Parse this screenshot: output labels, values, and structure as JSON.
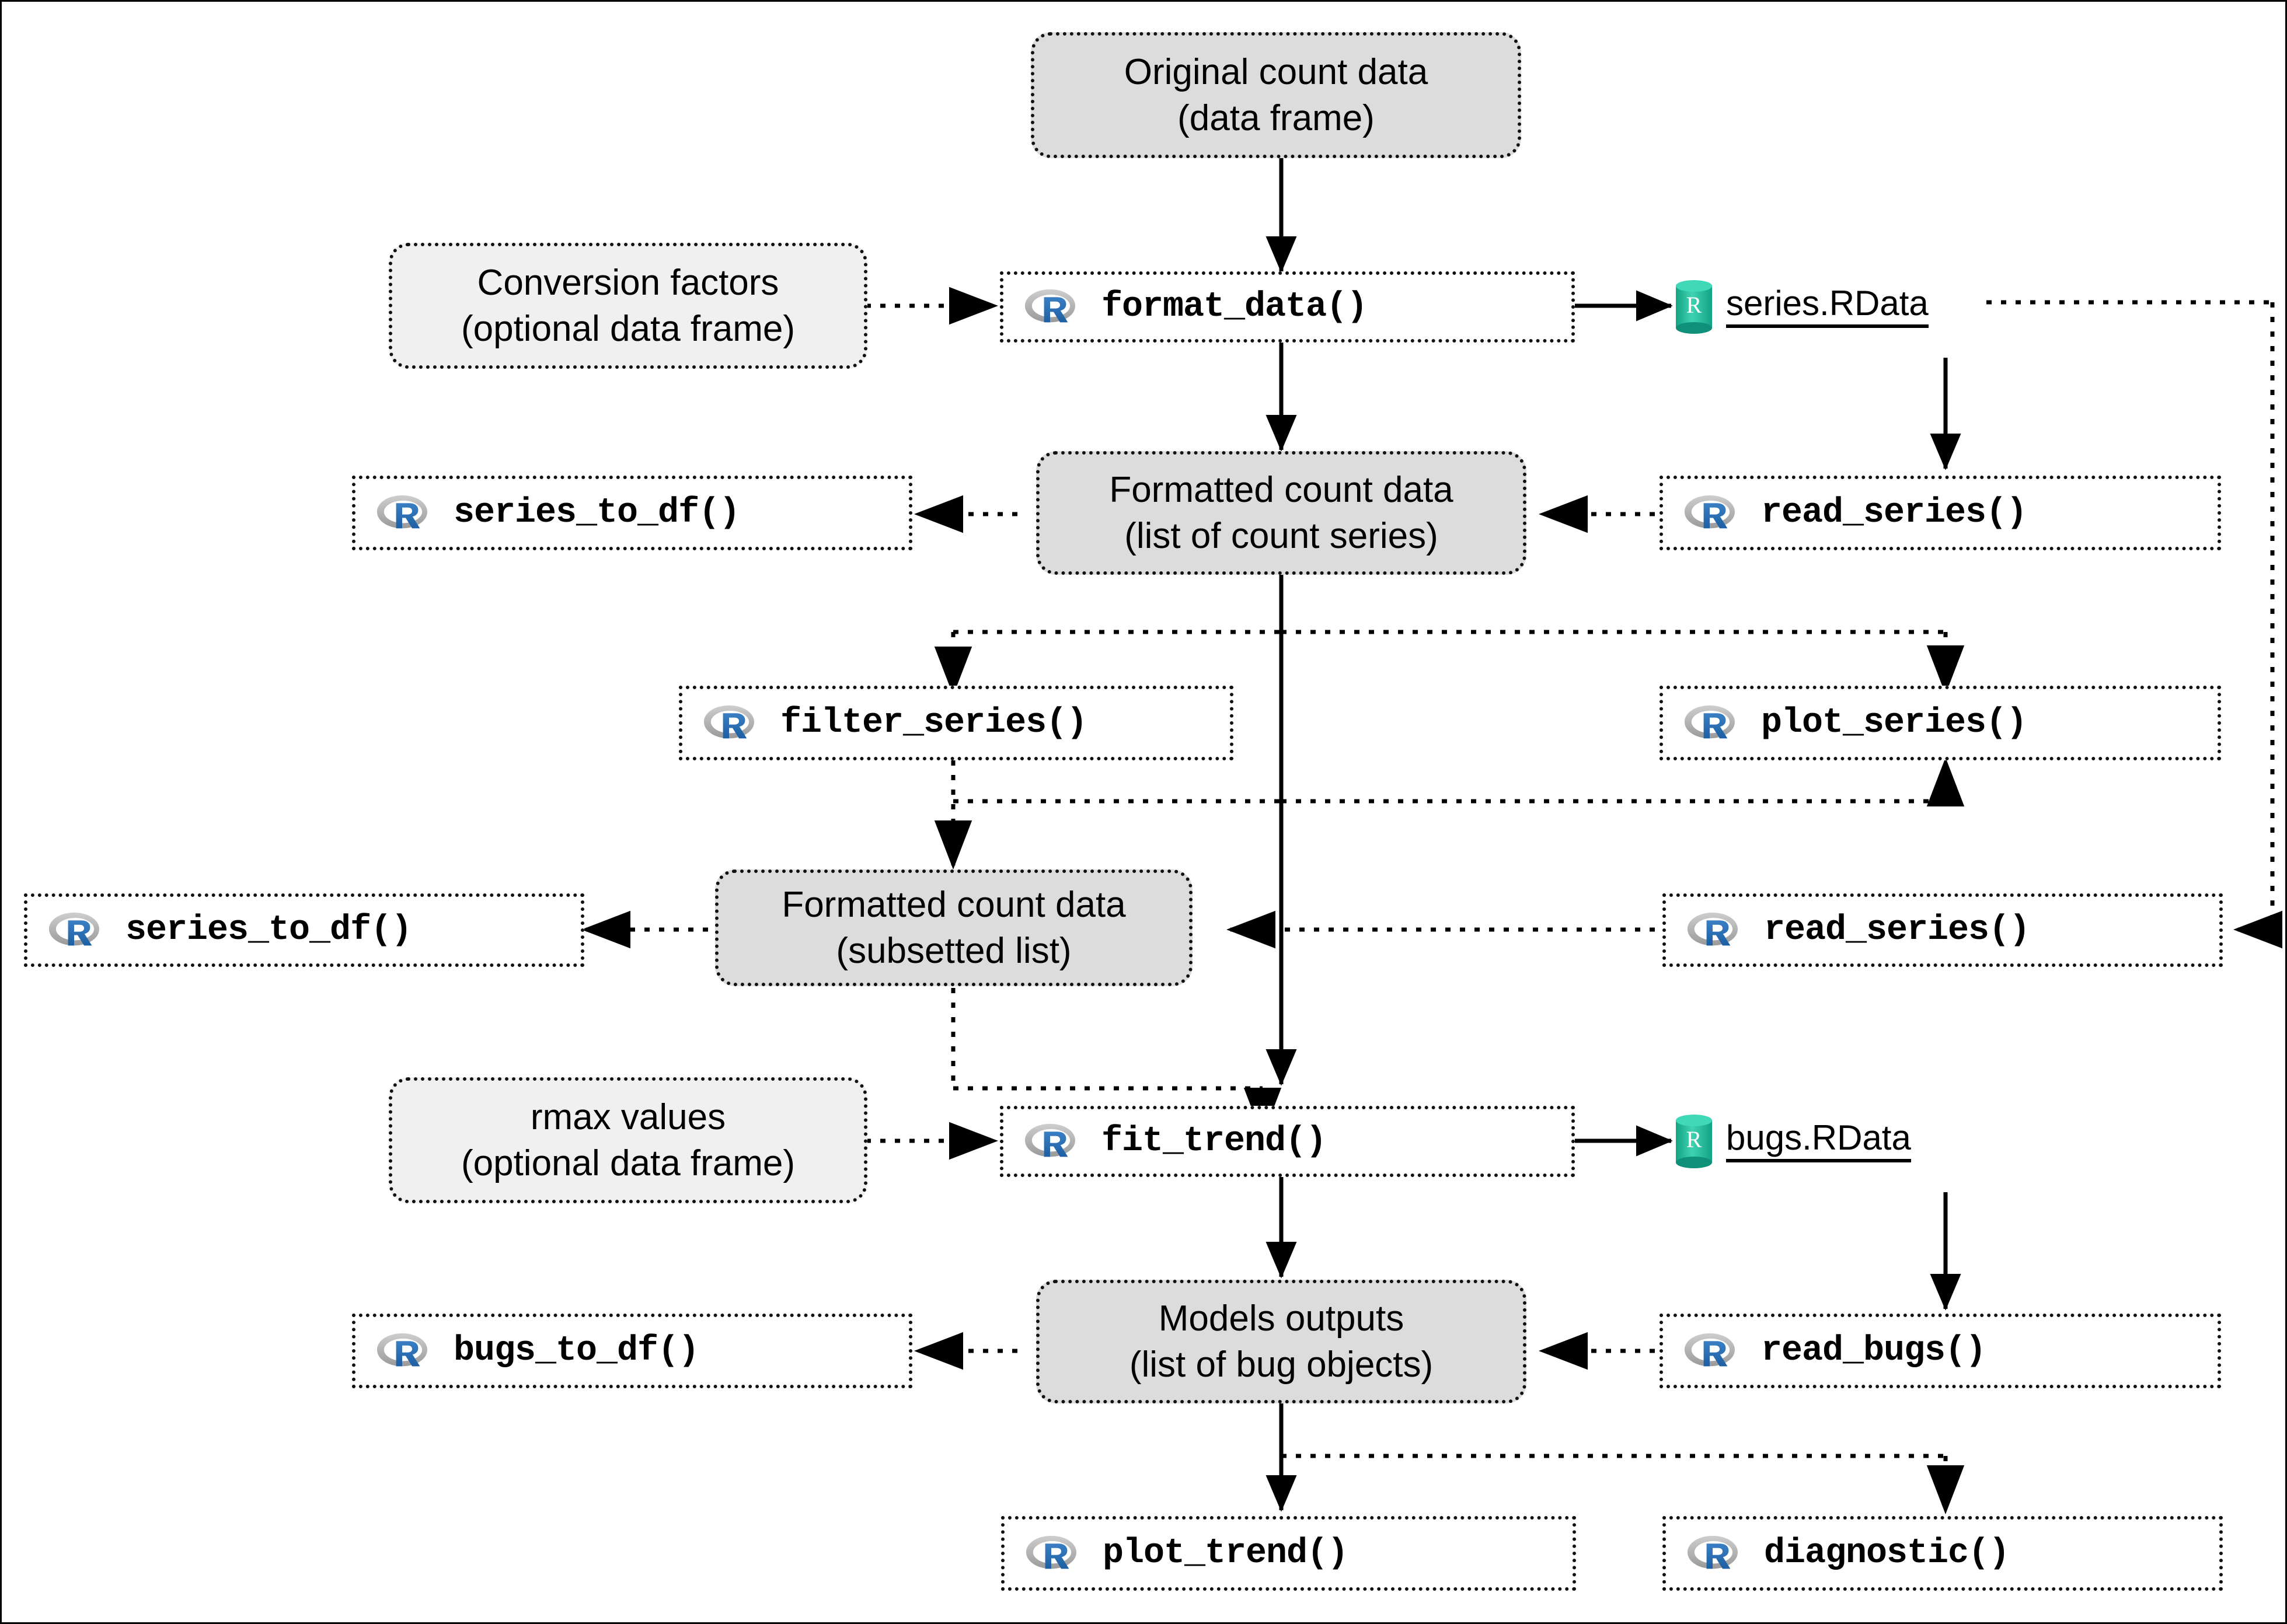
{
  "diagram": {
    "title": "R package workflow diagram",
    "colors": {
      "data_node_fill": "#dcdcdc",
      "optional_node_fill": "#f0f0f0",
      "function_node_fill": "#ffffff",
      "r_logo_blue": "#2266b3",
      "r_logo_gray": "#b5b5b5",
      "rdata_teal": "#21b08f",
      "line": "#000000"
    },
    "nodes": {
      "original_count_data": {
        "line1": "Original count data",
        "line2": "(data frame)",
        "kind": "data"
      },
      "conversion_factors": {
        "line1": "Conversion factors",
        "line2": "(optional data frame)",
        "kind": "data-optional"
      },
      "format_data": {
        "label": "format_data()",
        "kind": "function",
        "icon": "r-logo-icon"
      },
      "series_rdata": {
        "label": "series.RData",
        "kind": "file",
        "icon": "rdata-db-icon"
      },
      "formatted_count_data": {
        "line1": "Formatted count data",
        "line2": "(list of count series)",
        "kind": "data"
      },
      "series_to_df_top": {
        "label": "series_to_df()",
        "kind": "function",
        "icon": "r-logo-icon"
      },
      "read_series_top": {
        "label": "read_series()",
        "kind": "function",
        "icon": "r-logo-icon"
      },
      "filter_series": {
        "label": "filter_series()",
        "kind": "function",
        "icon": "r-logo-icon"
      },
      "plot_series": {
        "label": "plot_series()",
        "kind": "function",
        "icon": "r-logo-icon"
      },
      "formatted_count_data_subset": {
        "line1": "Formatted count data",
        "line2": "(subsetted list)",
        "kind": "data"
      },
      "series_to_df_bottom": {
        "label": "series_to_df()",
        "kind": "function",
        "icon": "r-logo-icon"
      },
      "read_series_bottom": {
        "label": "read_series()",
        "kind": "function",
        "icon": "r-logo-icon"
      },
      "rmax_values": {
        "line1": "rmax values",
        "line2": "(optional data frame)",
        "kind": "data-optional"
      },
      "fit_trend": {
        "label": "fit_trend()",
        "kind": "function",
        "icon": "r-logo-icon"
      },
      "bugs_rdata": {
        "label": "bugs.RData",
        "kind": "file",
        "icon": "rdata-db-icon"
      },
      "models_outputs": {
        "line1": "Models outputs",
        "line2": "(list of bug objects)",
        "kind": "data"
      },
      "bugs_to_df": {
        "label": "bugs_to_df()",
        "kind": "function",
        "icon": "r-logo-icon"
      },
      "read_bugs": {
        "label": "read_bugs()",
        "kind": "function",
        "icon": "r-logo-icon"
      },
      "plot_trend": {
        "label": "plot_trend()",
        "kind": "function",
        "icon": "r-logo-icon"
      },
      "diagnostic": {
        "label": "diagnostic()",
        "kind": "function",
        "icon": "r-logo-icon"
      }
    },
    "edges": [
      {
        "from": "original_count_data",
        "to": "format_data",
        "style": "solid"
      },
      {
        "from": "conversion_factors",
        "to": "format_data",
        "style": "dotted"
      },
      {
        "from": "format_data",
        "to": "series_rdata",
        "style": "solid"
      },
      {
        "from": "format_data",
        "to": "formatted_count_data",
        "style": "solid"
      },
      {
        "from": "series_rdata",
        "to": "read_series_top",
        "style": "solid"
      },
      {
        "from": "read_series_top",
        "to": "formatted_count_data",
        "style": "dotted"
      },
      {
        "from": "formatted_count_data",
        "to": "series_to_df_top",
        "style": "dotted"
      },
      {
        "from": "formatted_count_data",
        "to": "filter_series",
        "style": "dotted"
      },
      {
        "from": "formatted_count_data",
        "to": "plot_series",
        "style": "dotted"
      },
      {
        "from": "formatted_count_data",
        "to": "fit_trend",
        "style": "solid"
      },
      {
        "from": "filter_series",
        "to": "formatted_count_data_subset",
        "style": "dotted"
      },
      {
        "from": "formatted_count_data_subset",
        "to": "series_to_df_bottom",
        "style": "dotted"
      },
      {
        "from": "formatted_count_data_subset",
        "to": "plot_series",
        "style": "dotted"
      },
      {
        "from": "formatted_count_data_subset",
        "to": "fit_trend",
        "style": "dotted"
      },
      {
        "from": "series_rdata",
        "to": "read_series_bottom",
        "style": "dotted"
      },
      {
        "from": "read_series_bottom",
        "to": "formatted_count_data_subset",
        "style": "dotted"
      },
      {
        "from": "rmax_values",
        "to": "fit_trend",
        "style": "dotted"
      },
      {
        "from": "fit_trend",
        "to": "bugs_rdata",
        "style": "solid"
      },
      {
        "from": "fit_trend",
        "to": "models_outputs",
        "style": "solid"
      },
      {
        "from": "bugs_rdata",
        "to": "read_bugs",
        "style": "solid"
      },
      {
        "from": "read_bugs",
        "to": "models_outputs",
        "style": "dotted"
      },
      {
        "from": "models_outputs",
        "to": "bugs_to_df",
        "style": "dotted"
      },
      {
        "from": "models_outputs",
        "to": "plot_trend",
        "style": "solid"
      },
      {
        "from": "models_outputs",
        "to": "diagnostic",
        "style": "dotted"
      }
    ]
  }
}
